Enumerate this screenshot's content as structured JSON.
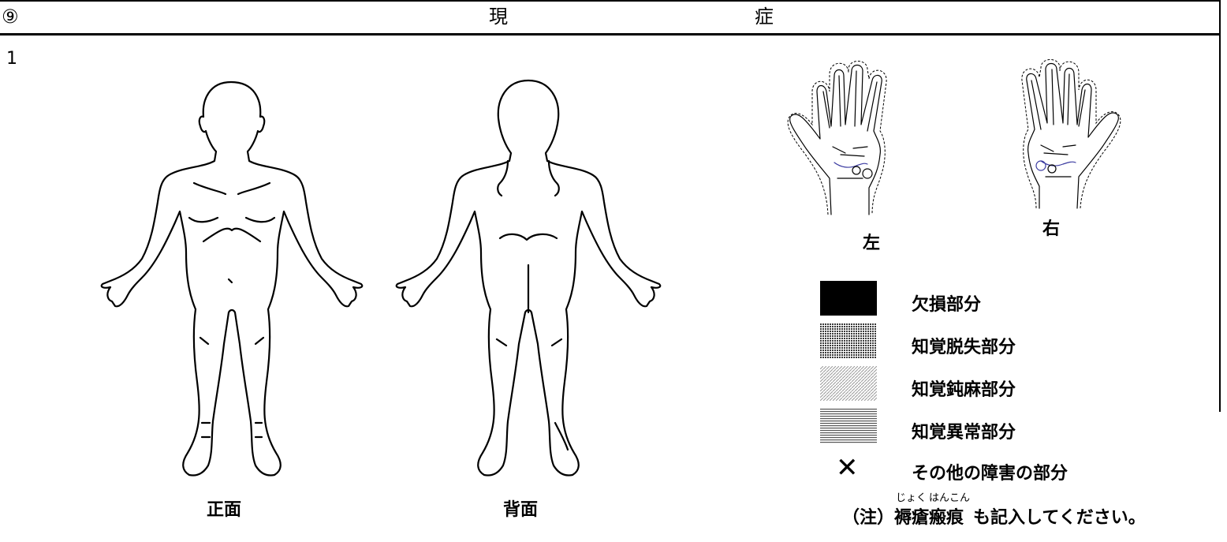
{
  "header": {
    "section_number": "⑨",
    "title_char_1": "現",
    "title_char_2": "症"
  },
  "item_number": "1",
  "body_figures": {
    "front_label": "正面",
    "back_label": "背面"
  },
  "hands": {
    "left_label": "左",
    "right_label": "右"
  },
  "legend": {
    "items": [
      {
        "label": "欠損部分",
        "pattern": "solid-black"
      },
      {
        "label": "知覚脱失部分",
        "pattern": "dense-dots"
      },
      {
        "label": "知覚鈍麻部分",
        "pattern": "diagonal-hatch"
      },
      {
        "label": "知覚異常部分",
        "pattern": "horizontal-lines"
      },
      {
        "label": "その他の障害の部分",
        "pattern": "x-mark",
        "symbol": "✕"
      }
    ]
  },
  "note": {
    "prefix": "（注）",
    "word": "褥瘡瘢痕",
    "ruby_1": "じょく",
    "ruby_2": "はんこん",
    "suffix": "も記入してください。"
  }
}
